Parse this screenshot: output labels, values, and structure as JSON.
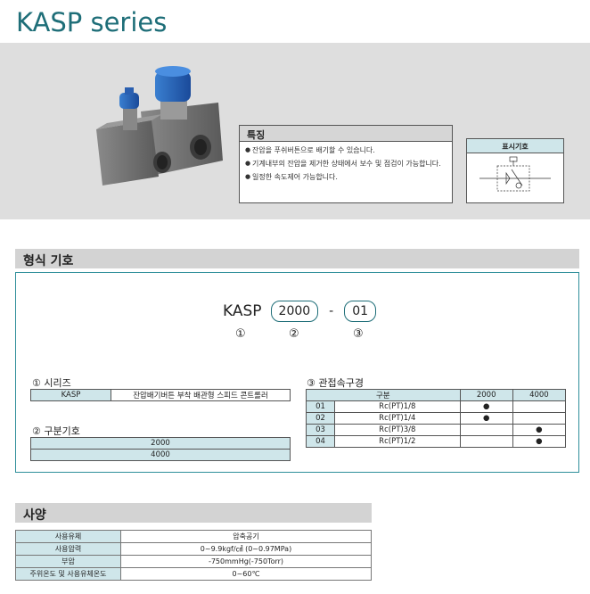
{
  "title": "KASP series",
  "features": {
    "heading": "특징",
    "items": [
      "잔압을 푸쉬버튼으로 배기할 수 있습니다.",
      "기계내부의 잔압을 제거한 상태에서 보수 및 점검이 가능합니다.",
      "일정한 속도제어 가능합니다."
    ]
  },
  "symbol_heading": "표시기호",
  "model_section": {
    "heading": "형식 기호",
    "code": {
      "prefix": "KASP",
      "part1": "2000",
      "dash": "-",
      "part2": "01"
    },
    "numbers": [
      "①",
      "②",
      "③"
    ],
    "series": {
      "title": "① 시리즈",
      "code": "KASP",
      "desc": "잔압배기버튼 부착 배관형 스피드 콘트롤러"
    },
    "type_code": {
      "title": "② 구분기호",
      "values": [
        "2000",
        "4000"
      ]
    },
    "port": {
      "title": "③ 관접속구경",
      "header": [
        "구분",
        "2000",
        "4000"
      ],
      "rows": [
        {
          "code": "01",
          "size": "Rc(PT)1/8",
          "c2000": "●",
          "c4000": ""
        },
        {
          "code": "02",
          "size": "Rc(PT)1/4",
          "c2000": "●",
          "c4000": ""
        },
        {
          "code": "03",
          "size": "Rc(PT)3/8",
          "c2000": "",
          "c4000": "●"
        },
        {
          "code": "04",
          "size": "Rc(PT)1/2",
          "c2000": "",
          "c4000": "●"
        }
      ]
    }
  },
  "spec_section": {
    "heading": "사양",
    "rows": [
      {
        "label": "사용유체",
        "value": "압축공기"
      },
      {
        "label": "사용압력",
        "value": "0~9.9kgf/㎠ (0~0.97MPa)"
      },
      {
        "label": "부압",
        "value": "-750mmHg(-750Torr)"
      },
      {
        "label": "주위온도 및 사용유체온도",
        "value": "0~60℃"
      }
    ]
  }
}
